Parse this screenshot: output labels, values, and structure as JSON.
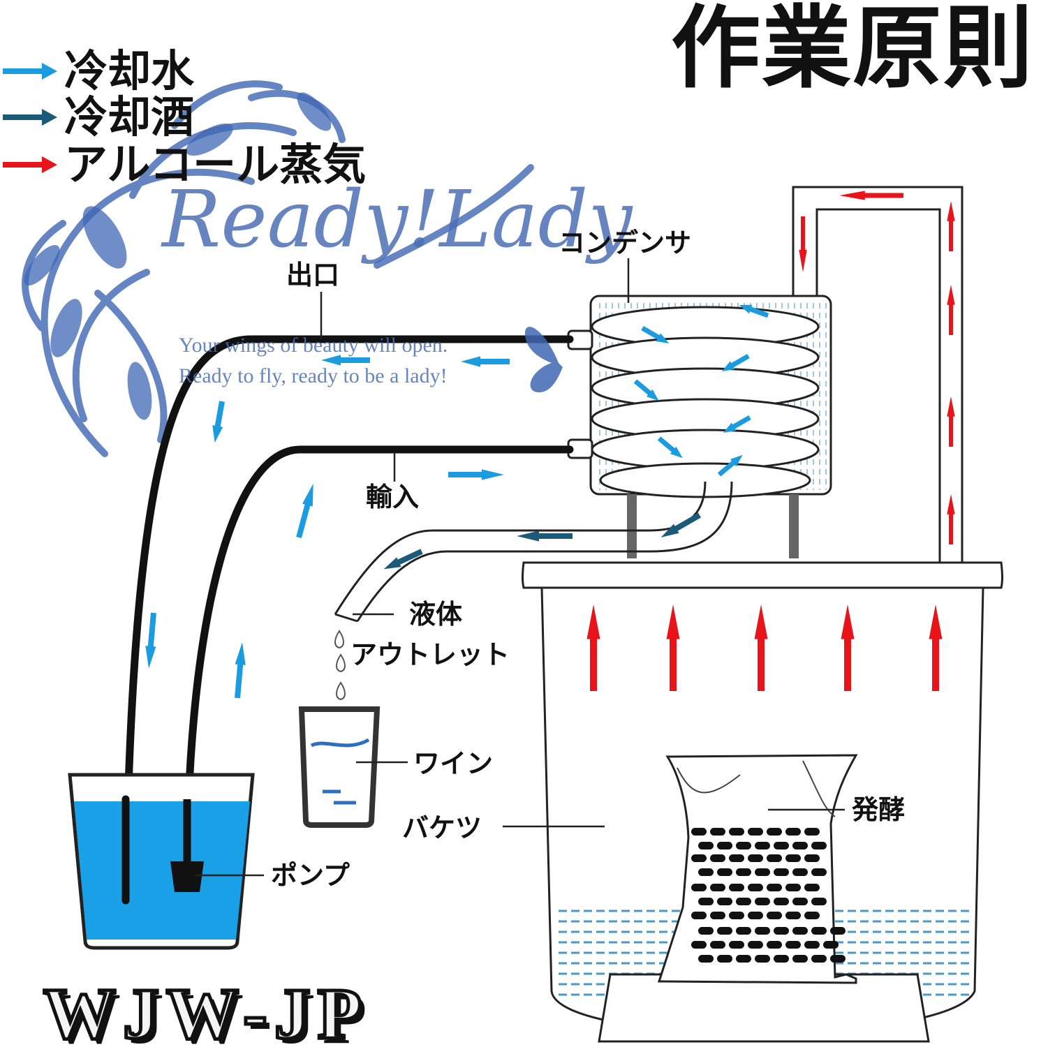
{
  "title": "作業原則",
  "legend": [
    {
      "label": "冷却水",
      "color": "#1b9be0"
    },
    {
      "label": "冷却酒",
      "color": "#1b5a78"
    },
    {
      "label": "アルコール蒸気",
      "color": "#e8141a"
    }
  ],
  "labels": {
    "condenser": "コンデンサ",
    "outlet": "出口",
    "inlet": "輸入",
    "liquid": "液体",
    "liquid_outlet": "アウトレット",
    "wine": "ワイン",
    "fermentation": "発酵",
    "bucket": "バケツ",
    "pump": "ポンプ"
  },
  "watermark": {
    "script": "Ready!Lady",
    "line1": "Your wings of beauty will open.",
    "line2": "Ready to fly, ready to be a lady!"
  },
  "brand": "WJW-JP",
  "colors": {
    "water_blue": "#1b9be0",
    "pool_blue": "#1aa0e6",
    "liquor_dark_blue": "#1b5a78",
    "vapor_red": "#e8141a",
    "ornament_blue": "#3f67b4"
  }
}
